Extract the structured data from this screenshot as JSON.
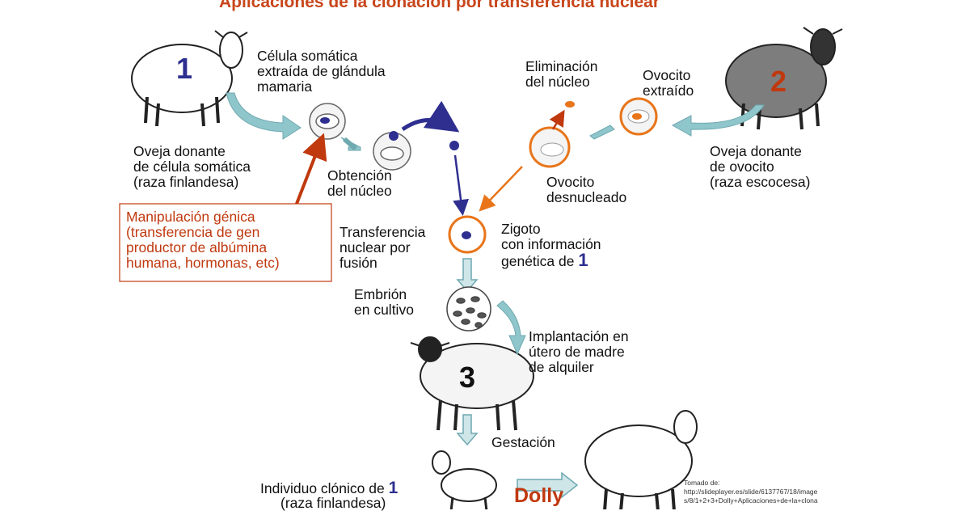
{
  "title": "Aplicaciones de la clonación por transferencia nuclear",
  "colors": {
    "title": "#c8461b",
    "blue": "#2e2f8f",
    "orange": "#e8751a",
    "red": "#c0390f",
    "teal": "#8fc6cc",
    "gray": "#7d7d7d"
  },
  "labels": {
    "celula_somatica": "Célula somática\nextraída de glándula\nmamaria",
    "oveja_donante_somatica": "Oveja donante\nde célula somática\n(raza finlandesa)",
    "obtencion_nucleo": "Obtención\ndel núcleo",
    "manipulacion_genica": "Manipulación génica\n(transferencia de gen\nproductor de albúmina\nhumana, hormonas, etc)",
    "eliminacion_nucleo": "Eliminación\ndel núcleo",
    "ovocito_extraido": "Ovocito\nextraído",
    "ovocito_desnucleado": "Ovocito\ndesnucleado",
    "oveja_donante_ovocito": "Oveja donante\nde ovocito\n(raza escocesa)",
    "transferencia_nuclear": "Transferencia\nnuclear por\nfusión",
    "zigoto_text": "Zigoto\ncon información\ngenética de ",
    "zigoto_num": "1",
    "embrion_cultivo": "Embrión\nen cultivo",
    "implantacion": "Implantación en\nútero de madre\nde alquiler",
    "gestacion": "Gestación",
    "individuo_clonico_text": "Individuo clónico de ",
    "individuo_clonico_num": "1",
    "raza_finlandesa": "(raza finlandesa)",
    "dolly": "Dolly",
    "source": "Tomado de:\nhttp://slideplayer.es/slide/6137767/18/image\ns/8/1+2+3+Dolly+Aplicaciones+de+la+clona"
  },
  "numbers": {
    "sheep1": "1",
    "sheep2": "2",
    "sheep3": "3"
  }
}
